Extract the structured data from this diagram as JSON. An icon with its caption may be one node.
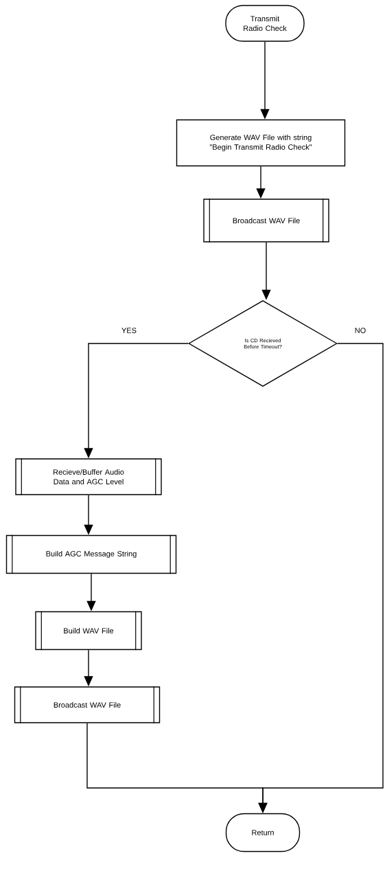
{
  "diagram": {
    "nodes": [
      {
        "text": [
          "Transmit Radio Check"
        ]
      },
      {
        "text": [
          "Generate WAV File with string \"Begin Transmit Radio Check\""
        ]
      },
      {
        "text": [
          "Broadcast WAV File"
        ]
      },
      {
        "text": [
          "Is CD Recieved Before Timeout?"
        ]
      },
      {
        "text": [
          "Recieve/Buffer Audio Data and AGC Level"
        ]
      },
      {
        "text": [
          "Build AGC Message String"
        ]
      },
      {
        "text": [
          "Build WAV File"
        ]
      },
      {
        "text": [
          "Broadcast WAV File"
        ]
      },
      {
        "text": [
          "Return"
        ]
      }
    ],
    "edges": [
      {
        "from": 0,
        "to": 1,
        "arrow": "to"
      },
      {
        "from": 1,
        "to": 2,
        "arrow": "to"
      },
      {
        "from": 2,
        "to": 3,
        "arrow": "to"
      },
      {
        "from": 3,
        "to": 4,
        "arrow": "to",
        "label": "YES"
      },
      {
        "from": 3,
        "to": 8,
        "arrow": "to",
        "label": "NO"
      },
      {
        "from": 4,
        "to": 5,
        "arrow": "to"
      },
      {
        "from": 5,
        "to": 6,
        "arrow": "to"
      },
      {
        "from": 6,
        "to": 7,
        "arrow": "to"
      },
      {
        "from": 7,
        "to": 8,
        "arrow": "to"
      }
    ]
  }
}
